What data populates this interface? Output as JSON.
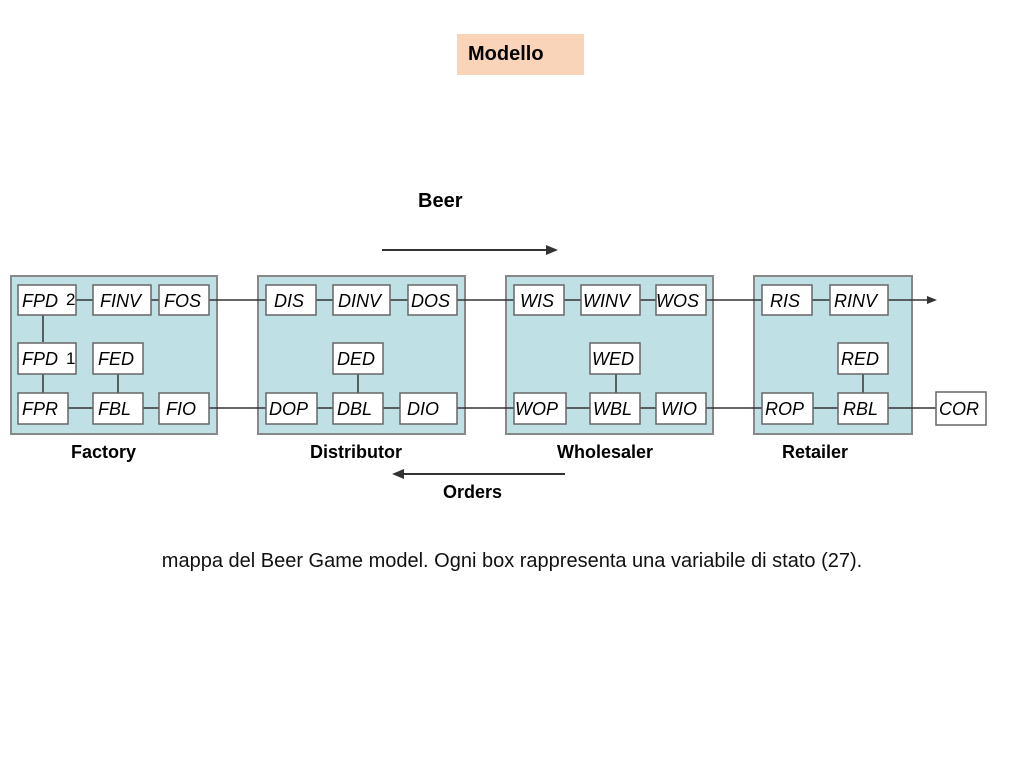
{
  "slide": {
    "title": "Modello",
    "caption": "mappa del Beer Game model.  Ogni box rappresenta una variabile di stato (27)."
  },
  "diagram": {
    "beer_label": "Beer",
    "orders_label": "Orders",
    "stages": {
      "factory": {
        "label": "Factory",
        "top": [
          "FPD",
          "FINV",
          "FOS"
        ],
        "middle": [
          "FPD",
          "FED"
        ],
        "bottom": [
          "FPR",
          "FBL",
          "FIO"
        ],
        "markers": [
          "2",
          "1"
        ]
      },
      "distributor": {
        "label": "Distributor",
        "top": [
          "DIS",
          "DINV",
          "DOS"
        ],
        "middle": [
          "DED"
        ],
        "bottom": [
          "DOP",
          "DBL",
          "DIO"
        ]
      },
      "wholesaler": {
        "label": "Wholesaler",
        "top": [
          "WIS",
          "WINV",
          "WOS"
        ],
        "middle": [
          "WED"
        ],
        "bottom": [
          "WOP",
          "WBL",
          "WIO"
        ]
      },
      "retailer": {
        "label": "Retailer",
        "top": [
          "RIS",
          "RINV"
        ],
        "middle": [
          "RED"
        ],
        "bottom": [
          "ROP",
          "RBL"
        ]
      },
      "customer": {
        "box": "COR"
      }
    }
  }
}
